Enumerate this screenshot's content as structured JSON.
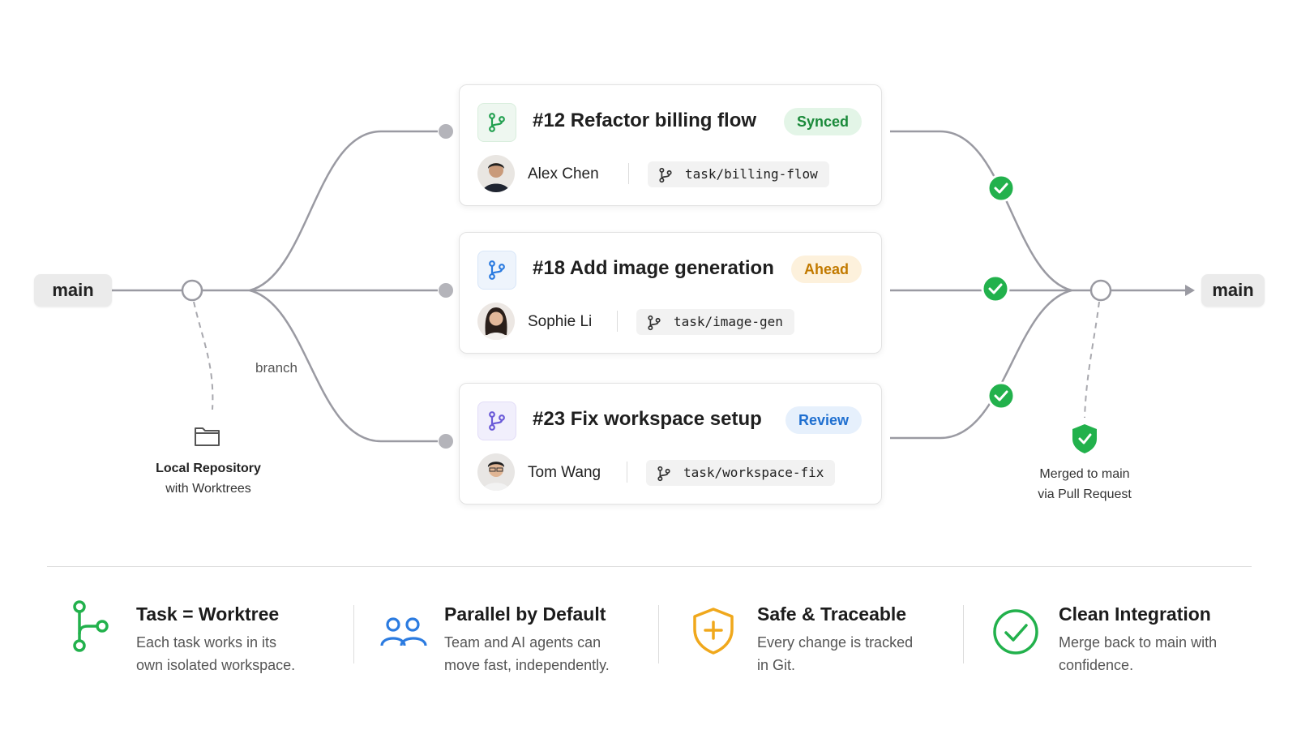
{
  "flow": {
    "start_label": "main",
    "end_label": "main",
    "branch_label": "branch",
    "repo_title": "Local Repository",
    "repo_subtitle": "with Worktrees",
    "merge_line1": "Merged to main",
    "merge_line2": "via Pull Request",
    "colors": {
      "line": "#9a9aa2",
      "check": "#22b14c",
      "shield": "#22b14c"
    }
  },
  "tasks": [
    {
      "title": "#12 Refactor billing flow",
      "status": "Synced",
      "status_color": "#1a8a3a",
      "status_bg": "#e3f5e7",
      "icon_color": "#22a050",
      "icon_bg": "#eef7f0",
      "person": "Alex Chen",
      "branch": "task/billing-flow"
    },
    {
      "title": "#18 Add image generation",
      "status": "Ahead",
      "status_color": "#c27a00",
      "status_bg": "#fdf1dc",
      "icon_color": "#2b7be0",
      "icon_bg": "#eef4fc",
      "person": "Sophie Li",
      "branch": "task/image-gen"
    },
    {
      "title": "#23 Fix workspace setup",
      "status": "Review",
      "status_color": "#1f6fd0",
      "status_bg": "#e6f0fc",
      "icon_color": "#6a5ad8",
      "icon_bg": "#f1effc",
      "person": "Tom Wang",
      "branch": "task/workspace-fix"
    }
  ],
  "features": [
    {
      "title": "Task = Worktree",
      "line1": "Each task works in its",
      "line2": "own isolated workspace.",
      "icon": "git-branch-icon",
      "color": "#22b14c"
    },
    {
      "title": "Parallel by Default",
      "line1": "Team and AI agents can",
      "line2": "move fast, independently.",
      "icon": "people-icon",
      "color": "#2b7be0"
    },
    {
      "title": "Safe & Traceable",
      "line1": "Every change is tracked",
      "line2": "in Git.",
      "icon": "shield-plus-icon",
      "color": "#f0a81c"
    },
    {
      "title": "Clean Integration",
      "line1": "Merge back to main with",
      "line2": "confidence.",
      "icon": "check-circle-icon",
      "color": "#22b14c"
    }
  ]
}
